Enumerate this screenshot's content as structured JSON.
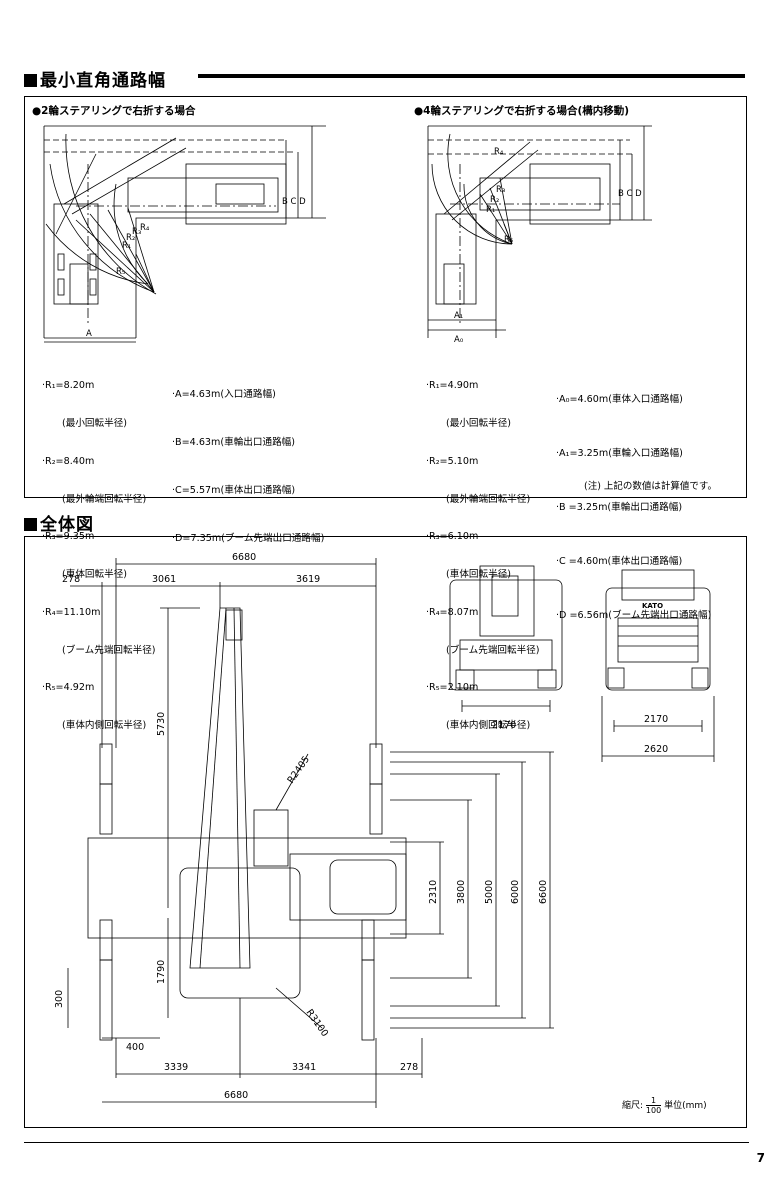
{
  "section1": {
    "title": "最小直角通路幅",
    "left_heading": "●2輪ステアリングで右折する場合",
    "right_heading": "●4輪ステアリングで右折する場合(構内移動)",
    "left_legend_col1": [
      "·R₁=8.20m",
      "(最小回転半径)",
      "·R₂=8.40m",
      "(最外輪端回転半径)",
      "·R₃=9.35m",
      "(車体回転半径)",
      "·R₄=11.10m",
      "(ブーム先端回転半径)",
      "·R₅=4.92m",
      "(車体内側回転半径)"
    ],
    "left_legend_col2": [
      "·A=4.63m(入口通路幅)",
      "·B=4.63m(車輪出口通路幅)",
      "·C=5.57m(車体出口通路幅)",
      "·D=7.35m(ブーム先端出口通路幅)"
    ],
    "right_legend_col1": [
      "·R₁=4.90m",
      "(最小回転半径)",
      "·R₂=5.10m",
      "(最外輪端回転半径)",
      "·R₃=6.10m",
      "(車体回転半径)",
      "·R₄=8.07m",
      "(ブーム先端回転半径)",
      "·R₅=2.10m",
      "(車体内側回転半径)"
    ],
    "right_legend_col2": [
      "·A₀=4.60m(車体入口通路幅)",
      "·A₁=3.25m(車輪入口通路幅)",
      "·B =3.25m(車輪出口通路幅)",
      "·C =4.60m(車体出口通路幅)",
      "·D =6.56m(ブーム先端出口通路幅)"
    ],
    "note": "(注) 上記の数値は計算値です。",
    "diagram_labels": {
      "left_bcd": "B C D",
      "left_a": "A",
      "left_r1": "R₁",
      "left_r2": "R₂",
      "left_r3": "R₃",
      "left_r4": "R₄",
      "left_r5": "R₅",
      "right_bcd": "B C D",
      "right_a1": "A₁",
      "right_a0": "A₀",
      "right_r1": "R₁",
      "right_r2": "R₂",
      "right_r3": "R₃",
      "right_r4": "R₄",
      "right_r5": "R₅"
    }
  },
  "section2": {
    "title": "全体図",
    "dims": {
      "top_total": "6680",
      "top_left": "278",
      "top_mid": "3061",
      "top_right": "3619",
      "boom_height": "5730",
      "r2405": "R2405",
      "lower_left": "1790",
      "left_small": "300",
      "left_400": "400",
      "r3100": "R3100",
      "bottom_left": "3339",
      "bottom_right": "3341",
      "bottom_278": "278",
      "bottom_total": "6680",
      "v2310": "2310",
      "v3800": "3800",
      "v5000": "5000",
      "v6000": "6000",
      "v6600": "6600",
      "rear_width": "2170",
      "front_width1": "2170",
      "front_width2": "2620",
      "brand": "KATO"
    },
    "scale_label": "縮尺:",
    "scale_num": "1",
    "scale_den": "100",
    "unit_label": "単位(mm)"
  },
  "page_number": "7"
}
